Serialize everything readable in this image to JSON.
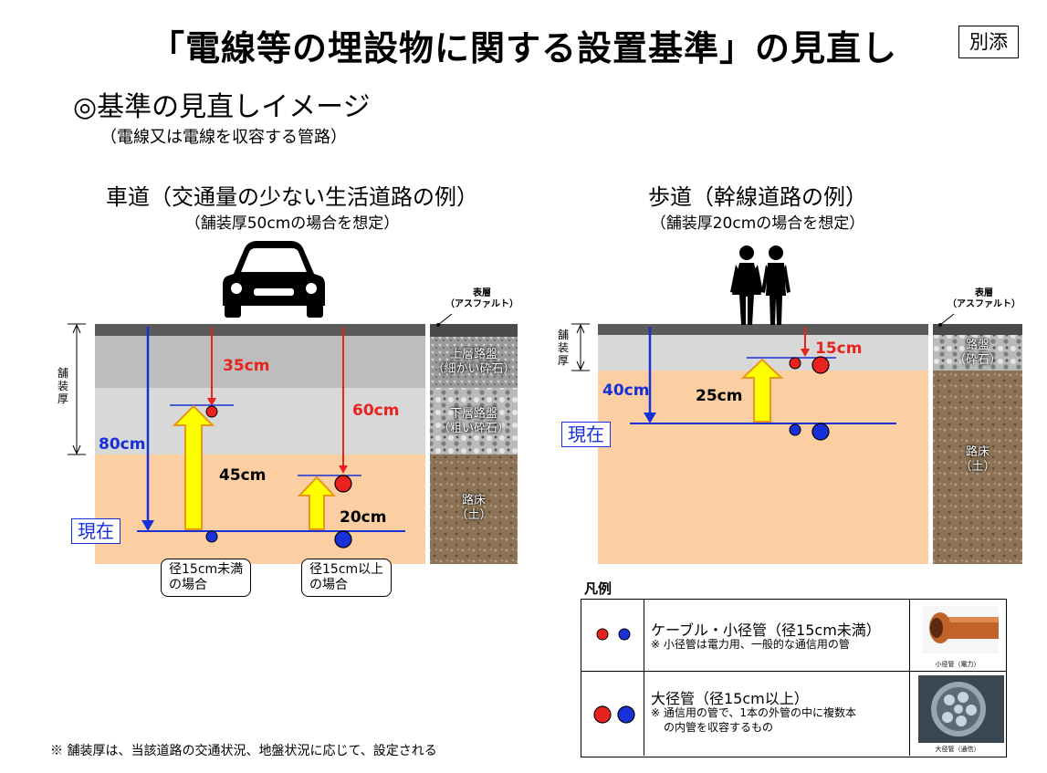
{
  "header": {
    "title": "「電線等の埋設物に関する設置基準」の見直し",
    "attachment_badge": "別添",
    "subtitle": "◎基準の見直しイメージ",
    "subtitle_note": "（電線又は電線を収容する管路）"
  },
  "roadway": {
    "title": "車道（交通量の少ない生活道路の例）",
    "subtitle": "（舗装厚50cmの場合を想定）",
    "pavement_label": "舗装厚",
    "surface_label_1": "表層",
    "surface_label_2": "（アスファルト）",
    "layer_upper_1": "上層路盤",
    "layer_upper_2": "（細かい砕石）",
    "layer_lower_1": "下層路盤",
    "layer_lower_2": "（粗い砕石）",
    "layer_subgrade_1": "路床",
    "layer_subgrade_2": "（土）",
    "depth_current": "80cm",
    "depth_small_new": "35cm",
    "depth_large_new": "60cm",
    "rise_small": "45cm",
    "rise_large": "20cm",
    "current_label": "現在",
    "box_small_1": "径15cm未満",
    "box_small_2": "の場合",
    "box_large_1": "径15cm以上",
    "box_large_2": "の場合"
  },
  "sidewalk": {
    "title": "歩道（幹線道路の例）",
    "subtitle": "（舗装厚20cmの場合を想定）",
    "pavement_label": "舗装厚",
    "surface_label_1": "表層",
    "surface_label_2": "（アスファルト）",
    "layer_base_1": "路盤",
    "layer_base_2": "（砕石）",
    "layer_subgrade_1": "路床",
    "layer_subgrade_2": "（土）",
    "depth_current": "40cm",
    "depth_new": "15cm",
    "rise": "25cm",
    "current_label": "現在"
  },
  "legend": {
    "title": "凡例",
    "row1_name": "ケーブル・小径管（径15cm未満）",
    "row1_desc": "※ 小径管は電力用、一般的な通信用の管",
    "row1_image_caption": "小径管（電力）",
    "row2_name": "大径管（径15cm以上）",
    "row2_desc_1": "※ 通信用の管で、1本の外管の中に複数本",
    "row2_desc_2": "の内管を収容するもの",
    "row2_image_caption": "大径管（通信）"
  },
  "footnote": "※ 舗装厚は、当該道路の交通状況、地盤状況に応じて、設定される",
  "colors": {
    "asphalt": "#5b5b5b",
    "upper_base": "#bdbdbd",
    "lower_base": "#d8d8d8",
    "subgrade": "#fbcfa2",
    "red": "#e8231f",
    "blue": "#1830d8",
    "arrow_yellow": "#ffff00",
    "arrow_border": "#e8961e"
  },
  "icons": {
    "car": "car-icon",
    "pedestrians": "pedestrians-icon",
    "small_pipe_photo": "orange-pipe-photo",
    "large_pipe_photo": "multi-duct-pipe-photo"
  }
}
